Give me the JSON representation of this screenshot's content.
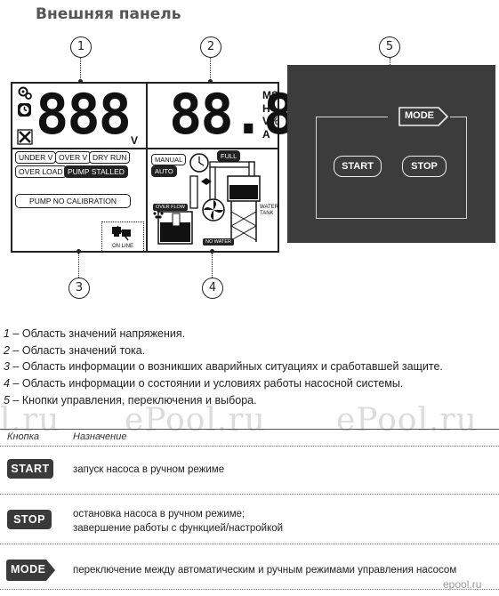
{
  "heading": "Внешняя панель",
  "callouts": [
    "1",
    "2",
    "3",
    "4",
    "5"
  ],
  "lcd": {
    "voltage_digits": "888",
    "voltage_unit": "V",
    "current_digits": "88.8",
    "units": [
      "MS",
      "H",
      "V%",
      "A"
    ],
    "alarm_tags": [
      "UNDER V",
      "OVER V",
      "DRY RUN",
      "OVER LOAD",
      "PUMP STALLED"
    ],
    "calibration": "PUMP NO CALIBRATION",
    "online": "ON LINE",
    "mode_tags": [
      "MANUAL",
      "AUTO"
    ],
    "full": "FULL",
    "overflow": "OVER FLOW",
    "no_water": "NO WATER",
    "water_tank_line1": "WATER",
    "water_tank_line2": "TANK"
  },
  "control_panel": {
    "mode": "MODE",
    "start": "START",
    "stop": "STOP"
  },
  "legend": [
    {
      "num": "1",
      "text": " – Область значений напряжения."
    },
    {
      "num": "2",
      "text": " – Область значений тока."
    },
    {
      "num": "3",
      "text": " – Область информации о возникших аварийных ситуациях и сработавшей защите."
    },
    {
      "num": "4",
      "text": " – Область информации о состоянии и условиях работы насосной системы."
    },
    {
      "num": "5",
      "text": " – Кнопки управления, переключения и выбора."
    }
  ],
  "watermarks": [
    "l.ru",
    "ePool.ru",
    "ePool.ru"
  ],
  "table": {
    "col_button": "Кнопка",
    "col_purpose": "Назначение",
    "rows": [
      {
        "button": "START",
        "desc1": "запуск насоса в ручном режиме",
        "desc2": ""
      },
      {
        "button": "STOP",
        "desc1": "остановка насоса в ручном режиме;",
        "desc2": "завершение работы с функцией/настройкой"
      },
      {
        "button": "MODE",
        "desc1": "переключение между автоматическим и ручным режимами управления насосом",
        "desc2": ""
      }
    ]
  },
  "logo": "epool.ru",
  "colors": {
    "panel_bg": "#3c3c3c",
    "button_bg": "#3a3a3a",
    "heading": "#555555"
  }
}
